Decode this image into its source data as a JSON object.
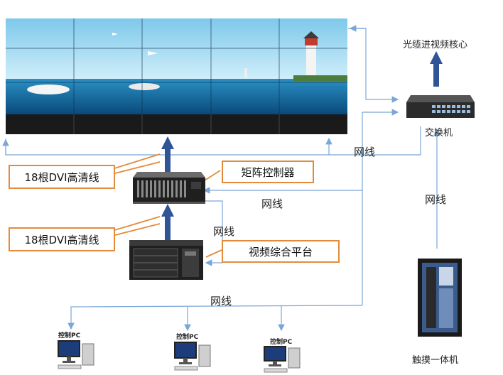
{
  "labels": {
    "core": "光缆进视频核心",
    "switch": "交换机",
    "matrix": "矩阵控制器",
    "platform": "视频综合平台",
    "dvi_top": "18根DVI高清线",
    "dvi_bottom": "18根DVI高清线",
    "net_top_right": "网线",
    "net_mid": "网线",
    "net_platform": "网线",
    "net_switch_down": "网线",
    "net_bottom": "网线",
    "pc1": "控制PC",
    "pc2": "控制PC",
    "pc3": "控制PC",
    "touch": "触摸一体机"
  },
  "colors": {
    "line": "#7aa6d8",
    "arrow_dark": "#2f5597",
    "callout_border": "#e38b3c"
  }
}
